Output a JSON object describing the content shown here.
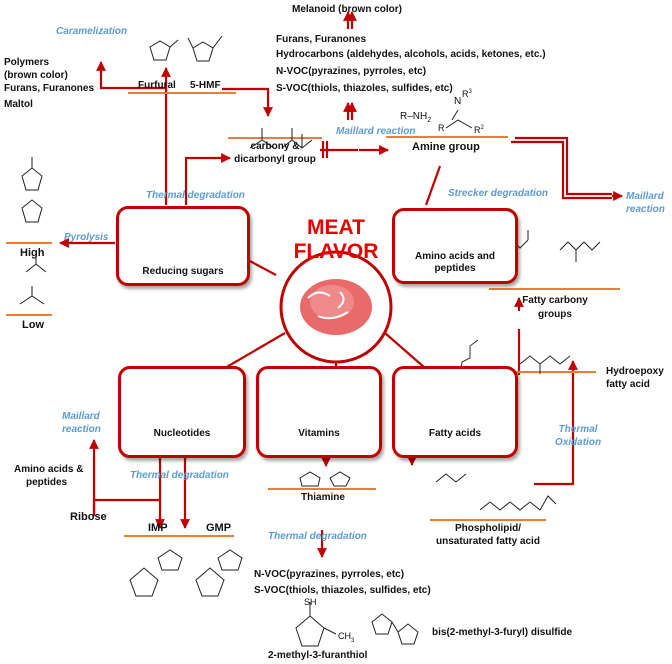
{
  "title": [
    "MEAT",
    "FLAVOR"
  ],
  "products_top": {
    "melanoid": "Melanoid (brown color)",
    "furans": "Furans, Furanones",
    "hydrocarbons": "Hydrocarbons (aldehydes, alcohols, acids, ketones, etc.)",
    "nvoc": "N-VOC(pyrazines, pyrroles, etc)",
    "svoc": "S-VOC(thiols, thiazoles, sulfides, etc)"
  },
  "caramel": {
    "process": "Caramelization",
    "polymers": [
      "Polymers",
      "(brown color)",
      "Furans, Furanones",
      "Maltol"
    ],
    "furfural": "Furfural",
    "hmf": "5-HMF"
  },
  "carbonyl": [
    "carbony &",
    "dicarbonyl group"
  ],
  "amine": {
    "label": "Amine group",
    "formula_nh2": "R–NH",
    "nh2_sub": "2",
    "r3": "R",
    "r3_sup": "3",
    "r2": "R",
    "r2_sup": "2",
    "r1": "R",
    "n": "N"
  },
  "processes": {
    "maillard_top": "Maillard reaction",
    "thermal_deg_1": "Thermal degradation",
    "strecker": "Strecker degradation",
    "maillard_right": [
      "Maillard",
      "reaction"
    ],
    "pyrolysis": "Pyrolysis",
    "maillard_left": [
      "Maillard",
      "reaction"
    ],
    "thermal_deg_2": "Thermal degradation",
    "thermal_deg_3": "Thermal degradation",
    "thermal_oxid": [
      "Thermal",
      "Oxidation"
    ]
  },
  "boxes": {
    "reducing_sugars": "Reducing sugars",
    "amino_acids": [
      "Amino acids and",
      "peptides"
    ],
    "nucleotides": "Nucleotides",
    "vitamins": "Vitamins",
    "fatty_acids": "Fatty acids"
  },
  "pyrolysis_levels": {
    "high": "High",
    "low": "Low"
  },
  "fatty_carbonyl": [
    "Fatty carbony",
    "groups"
  ],
  "hydroepoxy": [
    "Hydroepoxy",
    "fatty acid"
  ],
  "phospholipid": [
    "Phospholipid/",
    "unsaturated fatty acid"
  ],
  "nucleotide_branch": {
    "amino_peptides": [
      "Amino acids &",
      "peptides"
    ],
    "ribose": "Ribose",
    "imp": "IMP",
    "gmp": "GMP"
  },
  "thiamine": {
    "label": "Thiamine",
    "nvoc": "N-VOC(pyrazines, pyrroles, etc)",
    "svoc": "S-VOC(thiols, thiazoles, sulfides, etc)",
    "furanthiol": "2-methyl-3-furanthiol",
    "disulfide": "bis(2-methyl-3-furyl) disulfide",
    "sh": "SH",
    "ch3": "CH",
    "ch3_sub": "3"
  },
  "colors": {
    "arrow": "#c00000",
    "process": "#5b9bd5",
    "separator": "#ed7d31"
  }
}
